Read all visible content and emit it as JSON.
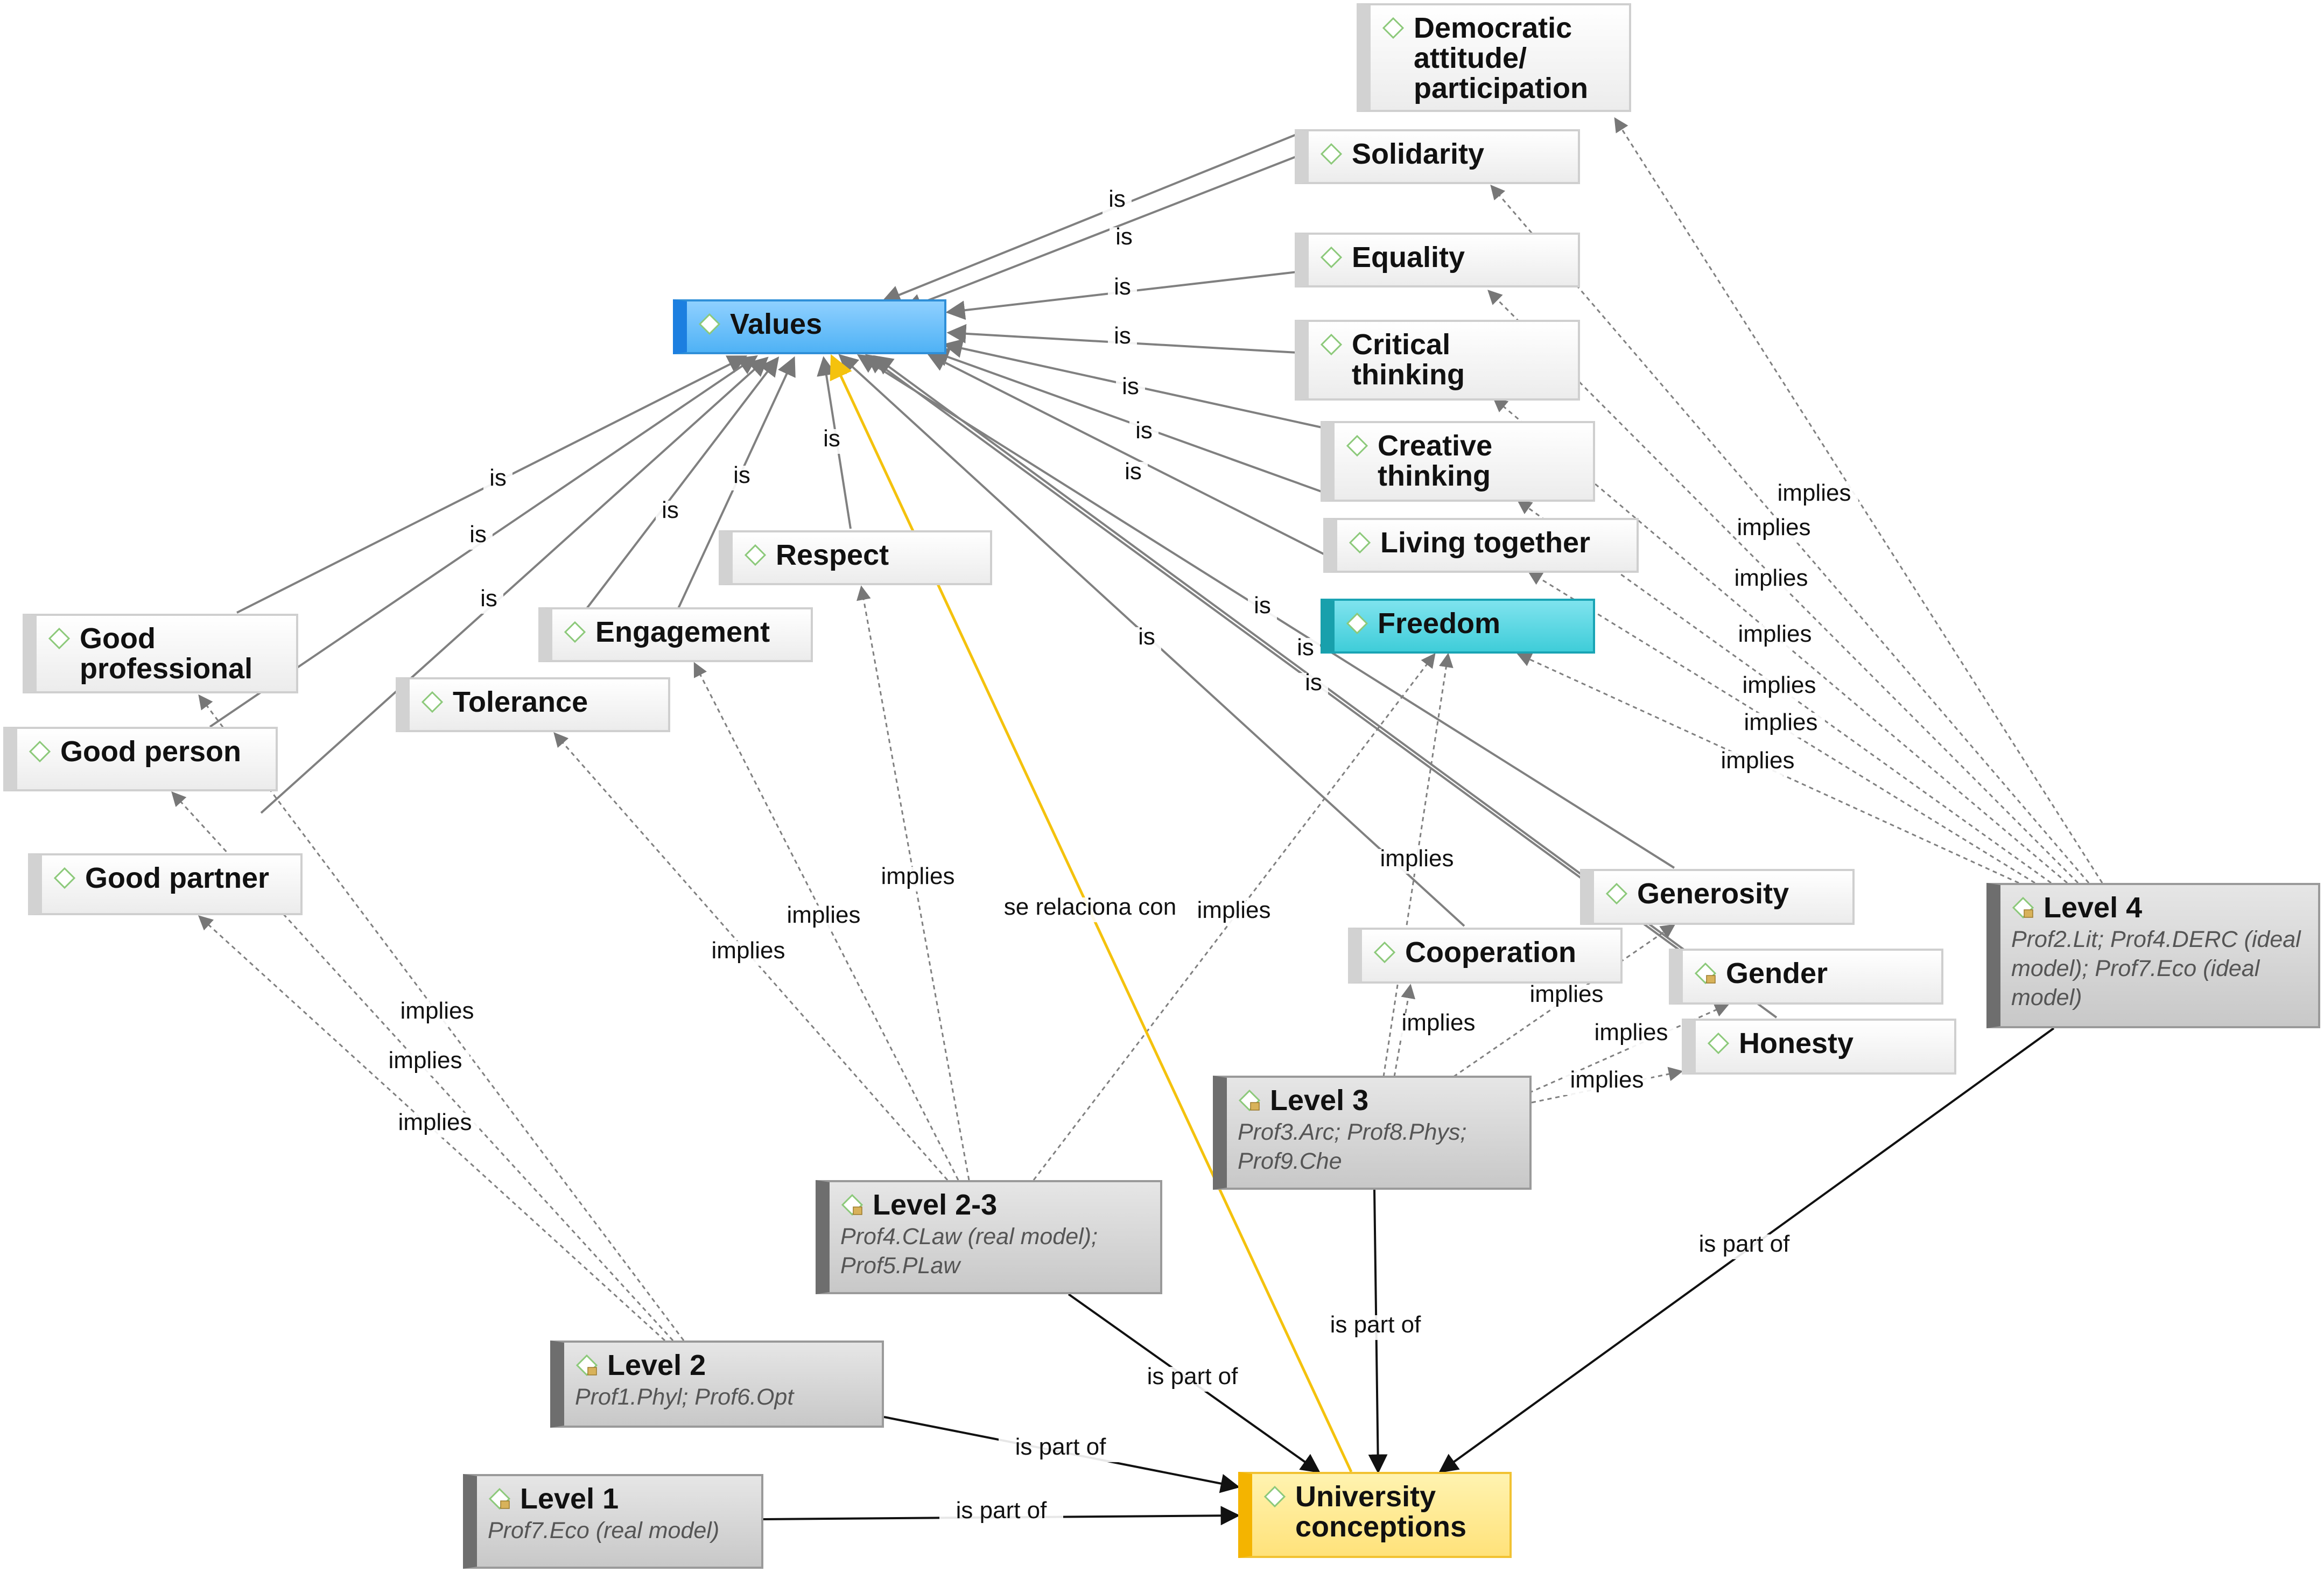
{
  "nodes": {
    "democratic": "Democratic attitude/ participation",
    "solidarity": "Solidarity",
    "equality": "Equality",
    "critical": "Critical thinking",
    "creative": "Creative thinking",
    "living": "Living together",
    "freedom": "Freedom",
    "values": "Values",
    "respect": "Respect",
    "engagement": "Engagement",
    "tolerance": "Tolerance",
    "good_professional": "Good professional",
    "good_person": "Good person",
    "good_partner": "Good partner",
    "generosity": "Generosity",
    "cooperation": "Cooperation",
    "gender": "Gender",
    "honesty": "Honesty",
    "level4": "Level 4",
    "level4_sub": "Prof2.Lit; Prof4.DERC (ideal model); Prof7.Eco (ideal model)",
    "level3": "Level 3",
    "level3_sub": "Prof3.Arc; Prof8.Phys; Prof9.Che",
    "level23": "Level 2-3",
    "level23_sub": "Prof4.CLaw (real model); Prof5.PLaw",
    "level2": "Level 2",
    "level2_sub": "Prof1.Phyl; Prof6.Opt",
    "level1": "Level 1",
    "level1_sub": "Prof7.Eco (real model)",
    "univ": "University conceptions"
  },
  "labels": {
    "is": "is",
    "implies": "implies",
    "part_of": "is part of",
    "relates": "se relaciona con"
  },
  "colors": {
    "values": "#4fb2f5",
    "freedom": "#3fcdd9",
    "univ": "#ffe27a",
    "relation": "#f4c20d"
  }
}
